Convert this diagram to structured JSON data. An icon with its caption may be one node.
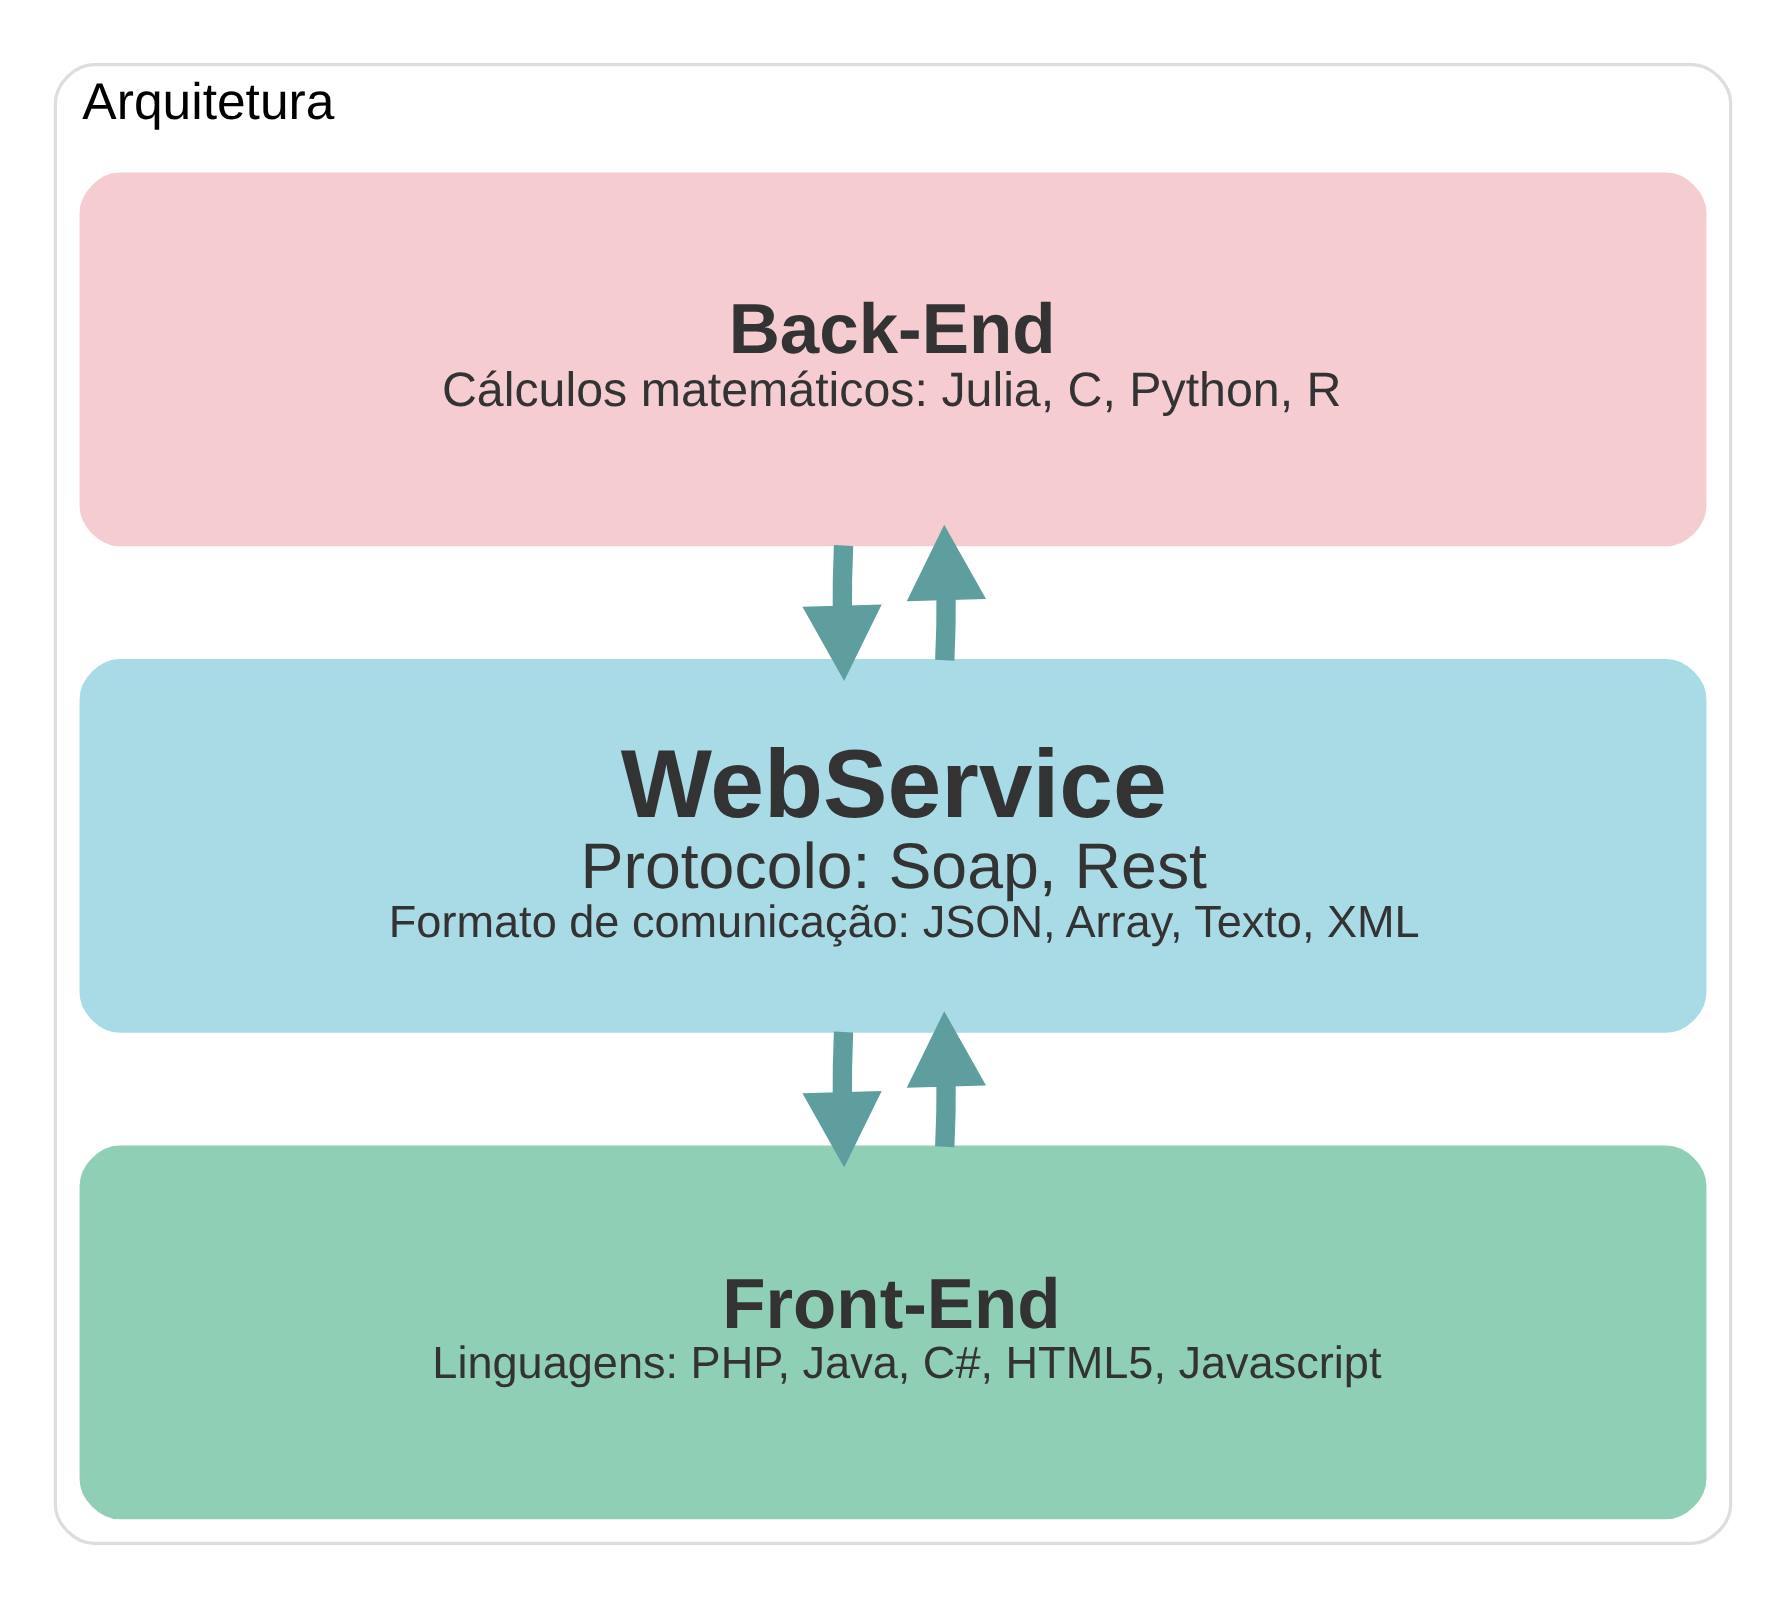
{
  "diagram": {
    "nodes": [
      {
        "text": [
          "Arquitetura"
        ]
      },
      {
        "text": [
          "Back-End",
          "Cálculos matemáticos: Julia, C, Python, R"
        ],
        "in": 0
      },
      {
        "text": [
          "WebService",
          "Protocolo: Soap, Rest",
          "Formato de comunicação: JSON, Array, Texto, XML"
        ],
        "in": 0
      },
      {
        "text": [
          "Front-End",
          "Linguagens: PHP, Java, C#, HTML5, Javascript"
        ],
        "in": 0
      }
    ],
    "edges": [
      {
        "from": 1,
        "to": 2,
        "arrow": "to"
      },
      {
        "from": 2,
        "to": 3,
        "arrow": "to"
      },
      {
        "from": 3,
        "to": 2,
        "arrow": "to"
      },
      {
        "from": 2,
        "to": 1,
        "arrow": "to"
      }
    ]
  }
}
